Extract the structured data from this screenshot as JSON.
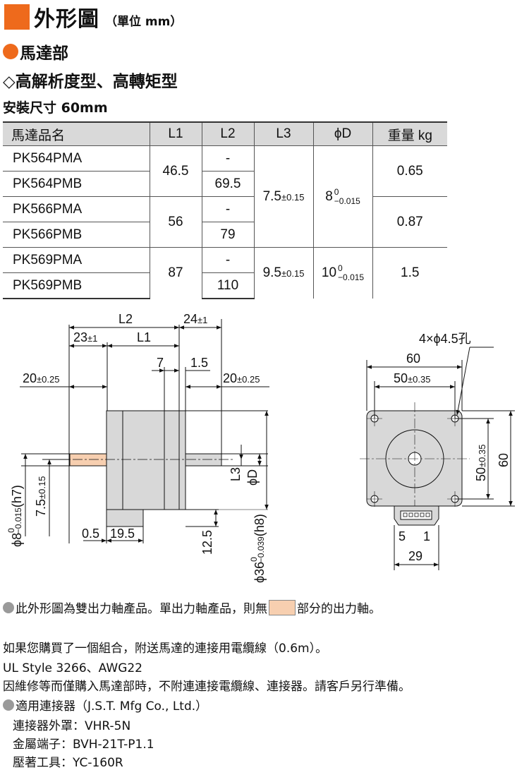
{
  "colors": {
    "accent": "#ee6a1c",
    "gray_dot": "#9a9a9a",
    "shaft": "#f7cfb0",
    "body": "#d8d8d8"
  },
  "header": {
    "title": "外形圖",
    "unit": "（單位 mm）"
  },
  "section": {
    "title": "馬達部",
    "subtitle": "◇高解析度型、高轉矩型",
    "mount": "安裝尺寸 60mm"
  },
  "table": {
    "headers": [
      "馬達品名",
      "L1",
      "L2",
      "L3",
      "ϕD",
      "重量 kg"
    ],
    "rows": [
      {
        "model": "PK564PMA",
        "l1": "46.5",
        "l2": "-",
        "l3": "7.5",
        "l3_tol": "±0.15",
        "d": "8",
        "d_tol_upper": "0",
        "d_tol_lower": "−0.015",
        "weight": "0.65"
      },
      {
        "model": "PK564PMB",
        "l2": "69.5"
      },
      {
        "model": "PK566PMA",
        "l1": "56",
        "l2": "-",
        "weight": "0.87"
      },
      {
        "model": "PK566PMB",
        "l2": "79"
      },
      {
        "model": "PK569PMA",
        "l1": "87",
        "l2": "-",
        "l3": "9.5",
        "l3_tol": "±0.15",
        "d": "10",
        "d_tol_upper": "0",
        "d_tol_lower": "−0.015",
        "weight": "1.5"
      },
      {
        "model": "PK569PMB",
        "l2": "110"
      }
    ]
  },
  "drawing": {
    "side": {
      "L2": "L2",
      "d24": "24",
      "d24_tol": "±1",
      "d23": "23",
      "d23_tol": "±1",
      "L1": "L1",
      "d7": "7",
      "d1_5": "1.5",
      "d20a": "20",
      "d20a_tol": "±0.25",
      "d20b": "20",
      "d20b_tol": "±0.25",
      "L3": "L3",
      "phiD": "ϕD",
      "phi8": "ϕ8",
      "phi8_tol_u": "0",
      "phi8_tol_l": "−0.015",
      "phi8_fit": "(h7)",
      "d7_5": "7.5",
      "d7_5_tol": "±0.15",
      "d0_5": "0.5",
      "d19_5": "19.5",
      "d12_5": "12.5",
      "phi36": "ϕ36",
      "phi36_tol_u": "0",
      "phi36_tol_l": "−0.039",
      "phi36_fit": "(h8)"
    },
    "front": {
      "holes": "4×ϕ4.5孔",
      "d60w": "60",
      "d50w": "50",
      "d50w_tol": "±0.35",
      "d50h": "50",
      "d50h_tol": "±0.35",
      "d60h": "60",
      "pin5": "5",
      "pin1": "1",
      "d29": "29"
    }
  },
  "notes": {
    "dual_shaft": "此外形圖為雙出力軸產品。單出力軸產品，則無",
    "dual_shaft_end": "部分的出力軸。",
    "cable1": "如果您購買了一個組合，附送馬達的連接用電纜線（0.6m）。",
    "cable2": "UL Style 3266、AWG22",
    "cable3": "因維修等而僅購入馬達部時，不附連連接電纜線、連接器。請客戶另行準備。",
    "connector_title": "適用連接器（J.S.T. Mfg Co., Ltd.）",
    "housing": "連接器外罩：VHR-5N",
    "terminal": "金屬端子：BVH-21T-P1.1",
    "tool": "壓著工具：YC-160R"
  }
}
